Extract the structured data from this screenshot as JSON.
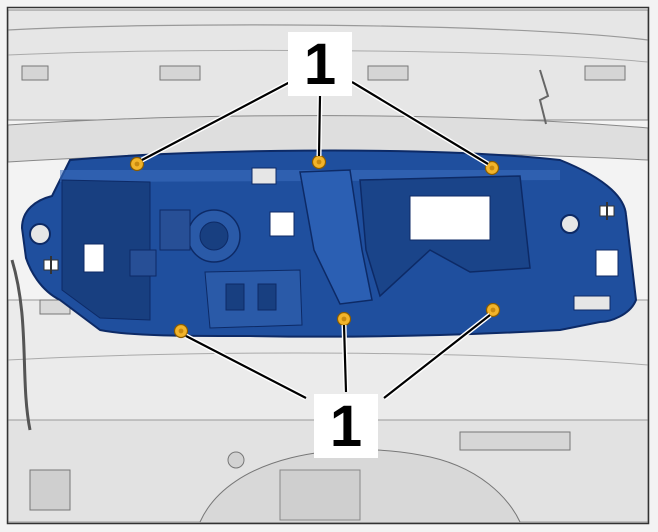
{
  "callouts": [
    {
      "id": "top",
      "label": "1"
    },
    {
      "id": "bottom",
      "label": "1"
    }
  ],
  "colors": {
    "housing": "#1f4f9e",
    "housing_dark": "#0d2a66",
    "housing_light": "#3d6fc0",
    "bolt": "#f2b42a",
    "trim_light": "#e4e4e4",
    "trim_mid": "#c9c9c9",
    "outline": "#555555",
    "frame": "#333333"
  },
  "icons": {
    "fastener": "screw-head-icon",
    "clip": "trim-clip-icon"
  }
}
